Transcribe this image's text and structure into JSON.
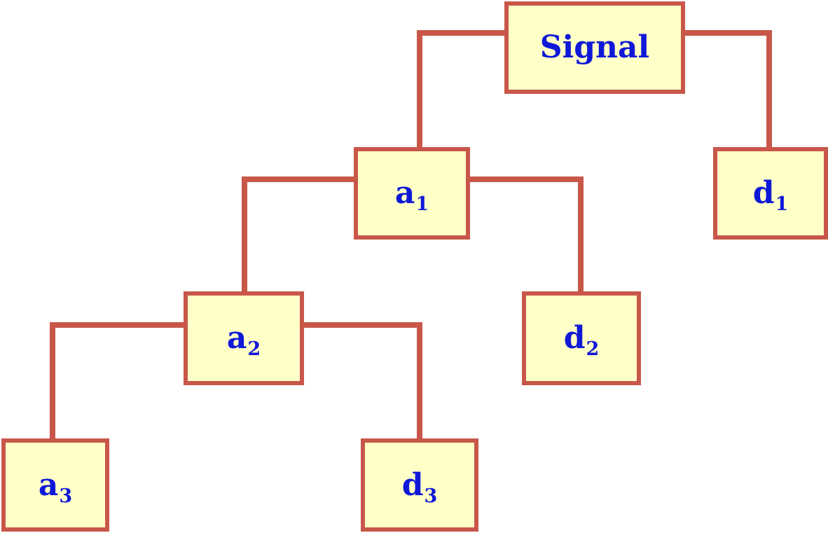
{
  "diagram": {
    "colors": {
      "line": "#c8574a",
      "node_fill": "#ffffc8",
      "node_border": "#c8574a",
      "text": "#1018d8"
    },
    "nodes": {
      "signal": {
        "main": "Signal",
        "sub": ""
      },
      "a1": {
        "main": "a",
        "sub": "1"
      },
      "d1": {
        "main": "d",
        "sub": "1"
      },
      "a2": {
        "main": "a",
        "sub": "2"
      },
      "d2": {
        "main": "d",
        "sub": "2"
      },
      "a3": {
        "main": "a",
        "sub": "3"
      },
      "d3": {
        "main": "d",
        "sub": "3"
      }
    }
  }
}
